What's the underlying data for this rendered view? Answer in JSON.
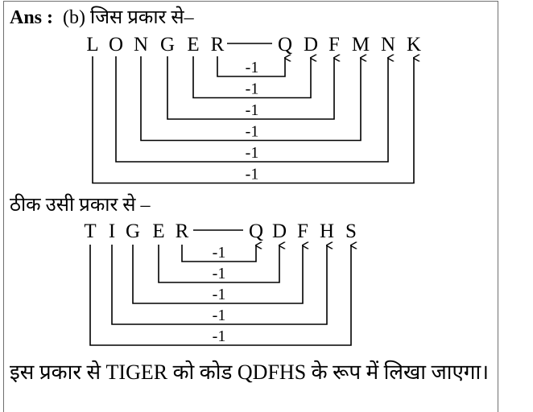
{
  "header": {
    "ans_label": "Ans :",
    "option_text": "(b) जिस प्रकार से–"
  },
  "example1": {
    "source": [
      "L",
      "O",
      "N",
      "G",
      "E",
      "R"
    ],
    "target": [
      "Q",
      "D",
      "F",
      "M",
      "N",
      "K"
    ],
    "step_label": "-1"
  },
  "similar_label": "ठीक उसी प्रकार से –",
  "example2": {
    "source": [
      "T",
      "I",
      "G",
      "E",
      "R"
    ],
    "target": [
      "Q",
      "D",
      "F",
      "H",
      "S"
    ],
    "step_label": "-1"
  },
  "conclusion": "इस प्रकार से TIGER को कोड QDFHS के रूप में लिखा जाएगा।"
}
